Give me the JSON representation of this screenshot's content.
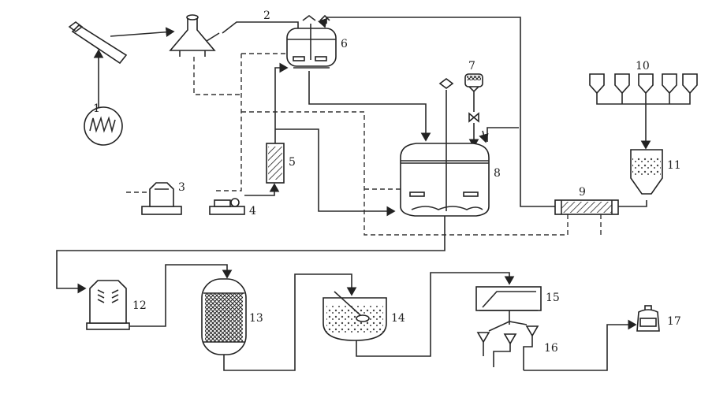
{
  "diagram": {
    "labels": {
      "n1": "1",
      "n2": "2",
      "n3": "3",
      "n4": "4",
      "n5": "5",
      "n6": "6",
      "n7": "7",
      "n8": "8",
      "n9": "9",
      "n10": "10",
      "n11": "11",
      "n12": "12",
      "n13": "13",
      "n14": "14",
      "n15": "15",
      "n16": "16",
      "n17": "17"
    }
  }
}
